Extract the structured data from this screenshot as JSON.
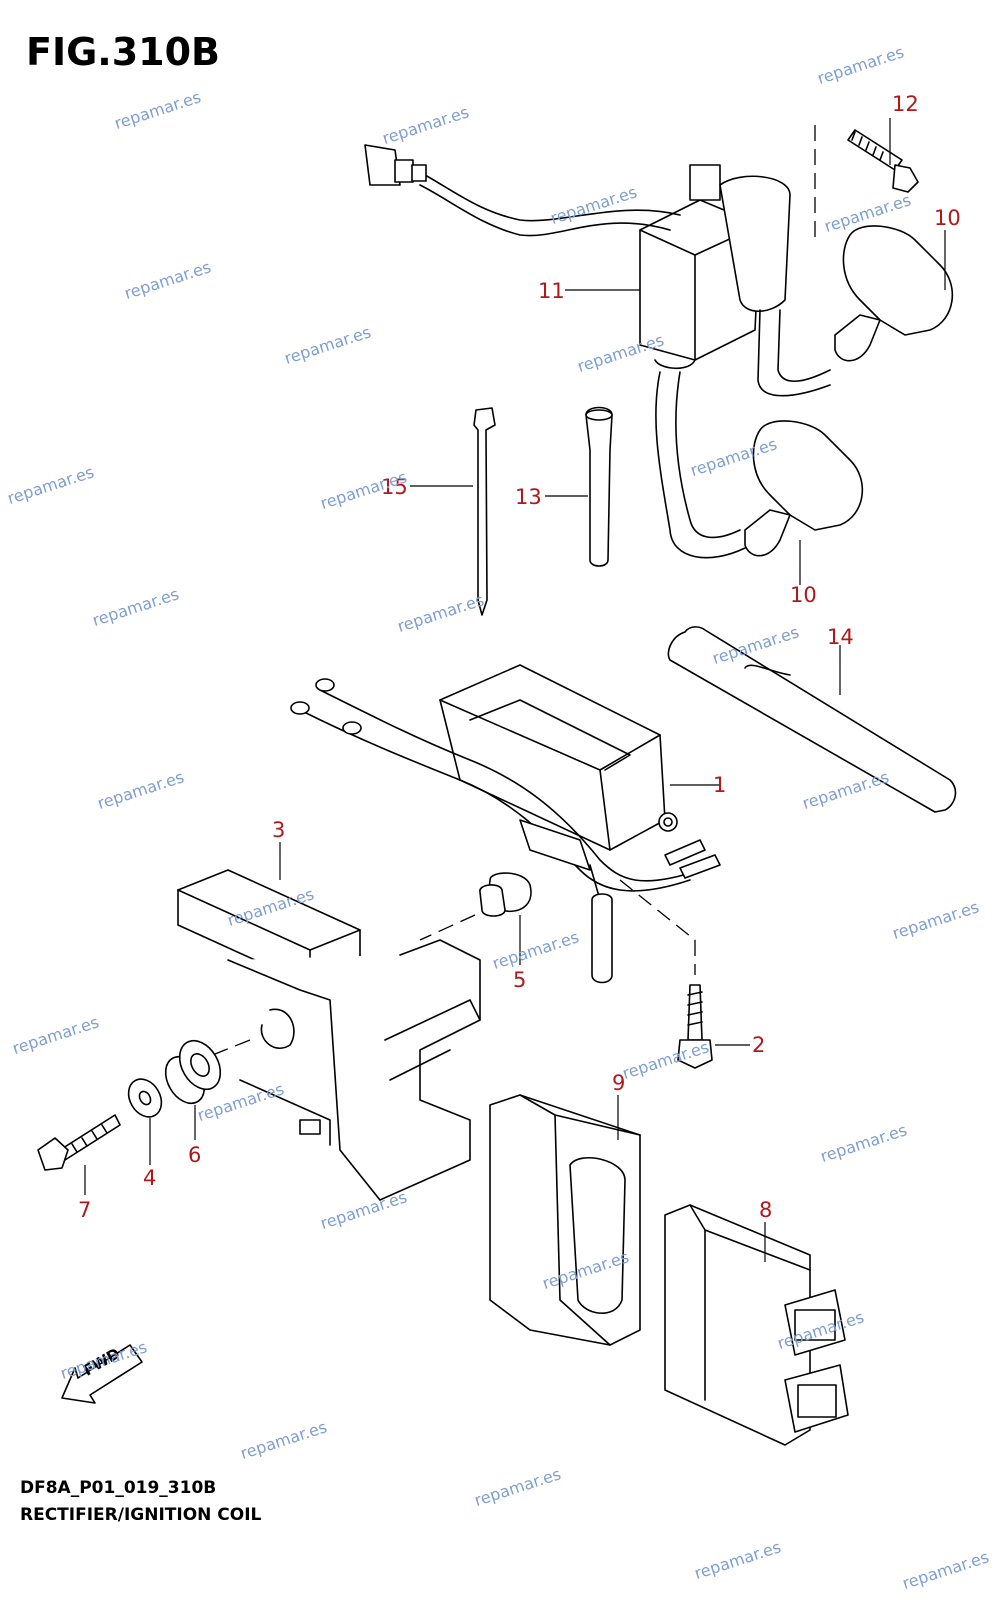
{
  "figure": {
    "title": "FIG.310B",
    "code": "DF8A_P01_019_310B",
    "caption": "RECTIFIER/IGNITION COIL"
  },
  "callouts": [
    {
      "id": "1",
      "text": "1"
    },
    {
      "id": "2",
      "text": "2"
    },
    {
      "id": "3",
      "text": "3"
    },
    {
      "id": "4",
      "text": "4"
    },
    {
      "id": "5",
      "text": "5"
    },
    {
      "id": "6",
      "text": "6"
    },
    {
      "id": "7",
      "text": "7"
    },
    {
      "id": "8",
      "text": "8"
    },
    {
      "id": "9",
      "text": "9"
    },
    {
      "id": "10a",
      "text": "10"
    },
    {
      "id": "10b",
      "text": "10"
    },
    {
      "id": "11",
      "text": "11"
    },
    {
      "id": "12",
      "text": "12"
    },
    {
      "id": "13",
      "text": "13"
    },
    {
      "id": "14",
      "text": "14"
    },
    {
      "id": "15",
      "text": "15"
    }
  ],
  "fwd_arrow": {
    "text": "FWD"
  },
  "watermark": {
    "text": "repamar.es"
  },
  "colors": {
    "callout": "#b0181a",
    "watermark": "#7f9ed2",
    "line": "#000000"
  }
}
